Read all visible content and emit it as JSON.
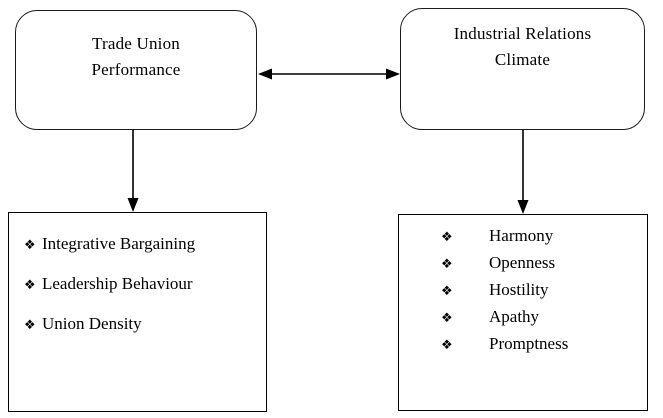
{
  "diagram": {
    "type": "conceptual-framework",
    "background_color": "#ffffff",
    "line_color": "#000000",
    "nodes": {
      "trade_union_performance": {
        "label": "Trade Union\nPerformance",
        "shape": "rounded-rectangle"
      },
      "industrial_relations_climate": {
        "label": "Industrial Relations\nClimate",
        "shape": "rounded-rectangle"
      },
      "trade_union_dimensions": {
        "shape": "rectangle",
        "bullet_glyph": "❖",
        "bullet_icon_name": "diamond-bullet-icon",
        "items": [
          "Integrative Bargaining",
          "Leadership Behaviour",
          "Union Density"
        ]
      },
      "climate_dimensions": {
        "shape": "rectangle",
        "bullet_glyph": "❖",
        "bullet_icon_name": "diamond-bullet-icon",
        "items": [
          "Harmony",
          "Openness",
          "Hostility",
          "Apathy",
          "Promptness"
        ]
      }
    },
    "connectors": [
      {
        "name": "bidirectional-link",
        "from": "trade_union_performance",
        "to": "industrial_relations_climate",
        "style": "double-headed-arrow",
        "orientation": "horizontal"
      },
      {
        "name": "trade-union-to-dimensions",
        "from": "trade_union_performance",
        "to": "trade_union_dimensions",
        "style": "single-headed-arrow",
        "orientation": "vertical-down"
      },
      {
        "name": "climate-to-dimensions",
        "from": "industrial_relations_climate",
        "to": "climate_dimensions",
        "style": "single-headed-arrow",
        "orientation": "vertical-down"
      }
    ]
  }
}
